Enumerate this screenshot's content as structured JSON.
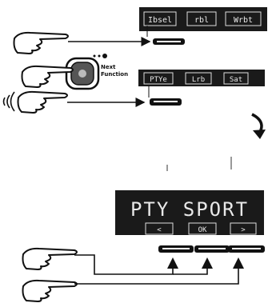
{
  "menu1": {
    "softkeys": [
      "Ibsel",
      "rbl",
      "Wrbt"
    ]
  },
  "next_function_button": {
    "label_line1": "Next",
    "label_line2": "Function"
  },
  "menu2": {
    "softkeys": [
      "PTYe",
      "Lrb",
      "Sat"
    ]
  },
  "pty_display": {
    "text": "PTY SPORT",
    "softkeys": [
      "<",
      "OK",
      ">"
    ]
  },
  "colors": {
    "ink": "#111111",
    "paper": "#ffffff",
    "lcd_bg": "#1a1a1a",
    "lcd_text": "#e8e8e8"
  }
}
